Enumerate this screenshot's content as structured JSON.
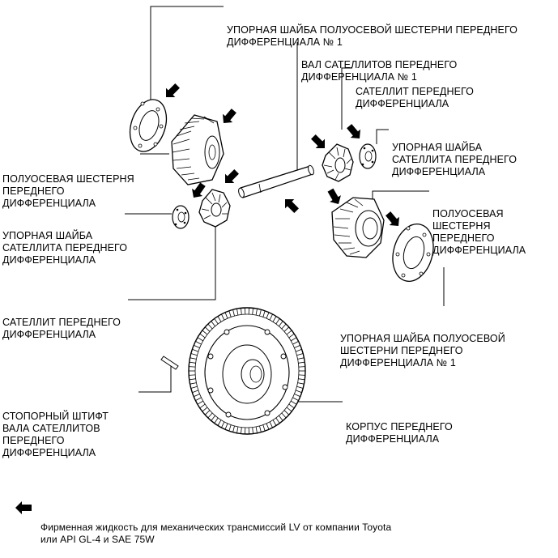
{
  "labels": {
    "washer_top": [
      "УПОРНАЯ ШАЙБА ПОЛУОСЕВОЙ ШЕСТЕРНИ ПЕРЕДНЕГО",
      "ДИФФЕРЕНЦИАЛА № 1"
    ],
    "pinion_shaft": [
      "ВАЛ САТЕЛЛИТОВ ПЕРЕДНЕГО",
      "ДИФФЕРЕНЦИАЛА № 1"
    ],
    "pinion_right": [
      "САТЕЛЛИТ ПЕРЕДНЕГО",
      "ДИФФЕРЕНЦИАЛА"
    ],
    "pinion_washer_right": [
      "УПОРНАЯ ШАЙБА",
      "САТЕЛЛИТА ПЕРЕДНЕГО",
      "ДИФФЕРЕНЦИАЛА"
    ],
    "side_gear_left": [
      "ПОЛУОСЕВАЯ ШЕСТЕРНЯ",
      "ПЕРЕДНЕГО",
      "ДИФФЕРЕНЦИАЛА"
    ],
    "side_gear_right": [
      "ПОЛУОСЕВАЯ",
      "ШЕСТЕРНЯ",
      "ПЕРЕДНЕГО",
      "ДИФФЕРЕНЦИАЛА"
    ],
    "pinion_washer_left": [
      "УПОРНАЯ ШАЙБА",
      "САТЕЛЛИТА ПЕРЕДНЕГО",
      "ДИФФЕРЕНЦИАЛА"
    ],
    "pinion_left": [
      "САТЕЛЛИТ ПЕРЕДНЕГО",
      "ДИФФЕРЕНЦИАЛА"
    ],
    "washer_bottom": [
      "УПОРНАЯ ШАЙБА ПОЛУОСЕВОЙ",
      "ШЕСТЕРНИ ПЕРЕДНЕГО",
      "ДИФФЕРЕНЦИАЛА № 1"
    ],
    "lock_pin": [
      "СТОПОРНЫЙ ШТИФТ",
      "ВАЛА САТЕЛЛИТОВ",
      "ПЕРЕДНЕГО",
      "ДИФФЕРЕНЦИАЛА"
    ],
    "case": [
      "КОРПУС ПЕРЕДНЕГО",
      "ДИФФЕРЕНЦИАЛА"
    ]
  },
  "legend": {
    "icon": "arrow-left-icon",
    "lines": [
      "Фирменная жидкость для механических трансмиссий LV от компании Toyota",
      "или API GL-4 и SAE 75W"
    ]
  },
  "colors": {
    "ink": "#000000",
    "paper": "#ffffff"
  }
}
